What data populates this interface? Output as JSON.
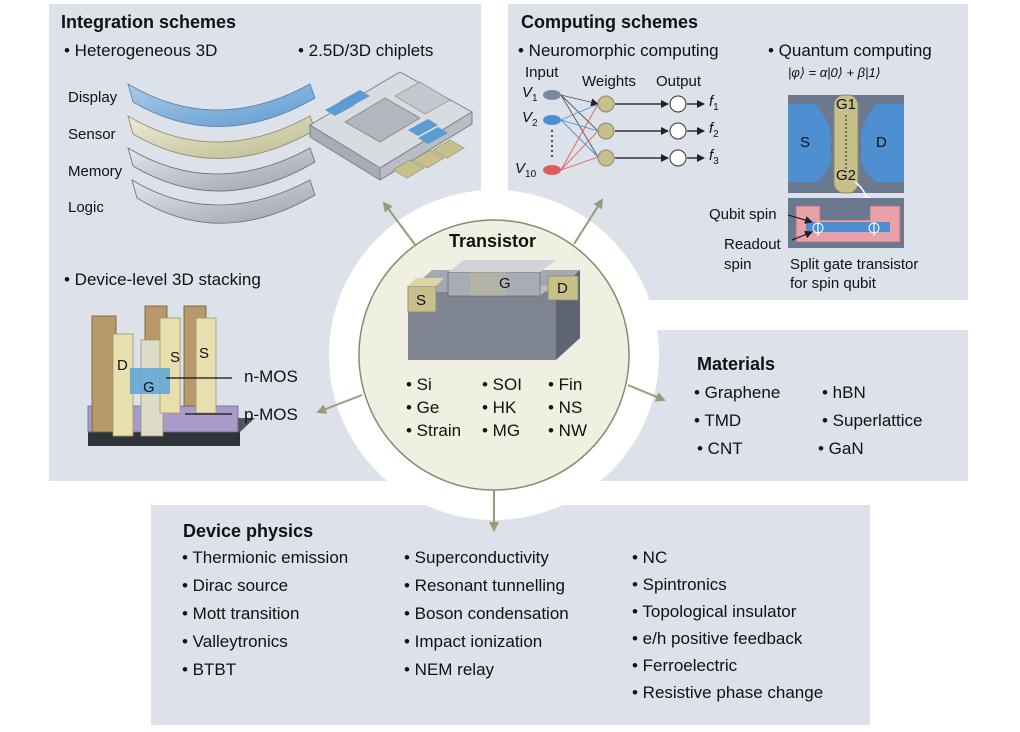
{
  "integration": {
    "title": "Integration schemes",
    "heterogeneous": "• Heterogeneous 3D",
    "chiplets": "• 2.5D/3D chiplets",
    "layers": [
      "Display",
      "Sensor",
      "Memory",
      "Logic"
    ],
    "device_level": "• Device-level 3D stacking",
    "d_label": "D",
    "g_label": "G",
    "s_label": "S",
    "nmos": "n-MOS",
    "pmos": "p-MOS"
  },
  "computing": {
    "title": "Computing schemes",
    "neuromorphic": "• Neuromorphic computing",
    "quantum": "• Quantum computing",
    "state": "|φ⟩ = α|0⟩ + β|1⟩",
    "input": "Input",
    "weights": "Weights",
    "output": "Output",
    "v1": "V",
    "v1_sub": "1",
    "v2": "V",
    "v2_sub": "2",
    "v10": "V",
    "v10_sub": "10",
    "f1": "f",
    "f1_sub": "1",
    "f2": "f",
    "f2_sub": "2",
    "f3": "f",
    "f3_sub": "3",
    "g1": "G1",
    "g2": "G2",
    "s": "S",
    "d": "D",
    "qubit_spin": "Qubit spin",
    "readout": "Readout",
    "spin": "spin",
    "split_gate_1": "Split gate transistor",
    "split_gate_2": "for spin qubit"
  },
  "transistor": {
    "title": "Transistor",
    "g": "G",
    "s": "S",
    "d": "D",
    "items": [
      "• Si",
      "• SOI",
      "• Fin",
      "• Ge",
      "• HK",
      "• NS",
      "• Strain",
      "• MG",
      "• NW"
    ]
  },
  "materials": {
    "title": "Materials",
    "items": [
      "• Graphene",
      "• hBN",
      "• TMD",
      "• Superlattice",
      "• CNT",
      "• GaN"
    ]
  },
  "physics": {
    "title": "Device physics",
    "col1": [
      "• Thermionic emission",
      "• Dirac source",
      "• Mott transition",
      "• Valleytronics",
      "• BTBT"
    ],
    "col2": [
      "• Superconductivity",
      "• Resonant tunnelling",
      "• Boson condensation",
      "• Impact ionization",
      "• NEM relay"
    ],
    "col3": [
      "• NC",
      "• Spintronics",
      "• Topological insulator",
      "• e/h positive feedback",
      "• Ferroelectric",
      "• Resistive phase change"
    ]
  },
  "colors": {
    "panel": "#dde1ea",
    "circle": "#efefe2",
    "arrow": "#9a9a78",
    "blue": "#4d8fd0",
    "khaki": "#c8c08a",
    "pink": "#e9a1a8",
    "red": "#e05a5a"
  }
}
